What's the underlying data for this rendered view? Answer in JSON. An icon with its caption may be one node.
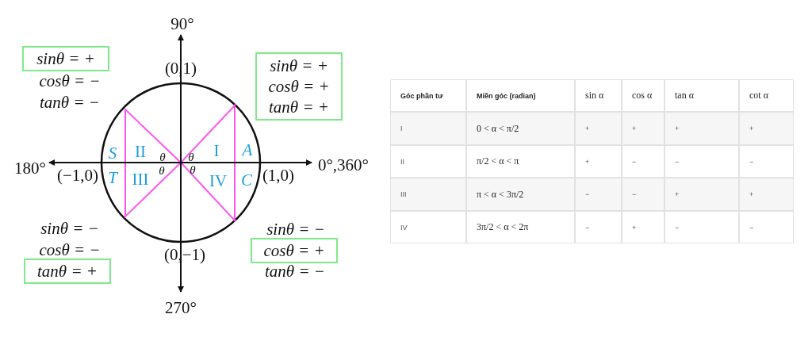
{
  "diagram": {
    "nodes": [
      {
        "text": [
          "sinθ = +"
        ]
      },
      {
        "text": [
          "sinθ = +",
          "cosθ = +",
          "tanθ = +"
        ]
      },
      {
        "text": [
          "tanθ = +"
        ]
      },
      {
        "text": [
          "cosθ = +"
        ]
      }
    ],
    "edges": [],
    "labels": [
      "90°",
      "(0,1)",
      "cosθ = −",
      "tanθ = −",
      "180°",
      "(−1,0)",
      "S",
      "II",
      "θ",
      "θ",
      "I",
      "A",
      "0°,360°",
      "T",
      "III",
      "θ",
      "θ",
      "IV",
      "C",
      "(1,0)",
      "sinθ = −",
      "sinθ = −",
      "(0,−1)",
      "cosθ = −",
      "tanθ = −",
      "270°",
      "Góc phần tư",
      "Miền góc (radian)",
      "sin α",
      "cos α",
      "tan α",
      "cot α",
      "I",
      "0 < α < π/2",
      "+",
      "+",
      "+",
      "+",
      "II",
      "π/2 < α < π",
      "+",
      "−",
      "−",
      "−",
      "III",
      "π < α < 3π/2",
      "−",
      "−",
      "+",
      "+",
      "IV",
      "3π/2 < α < 2π",
      "−",
      "+",
      "−",
      "−"
    ]
  }
}
